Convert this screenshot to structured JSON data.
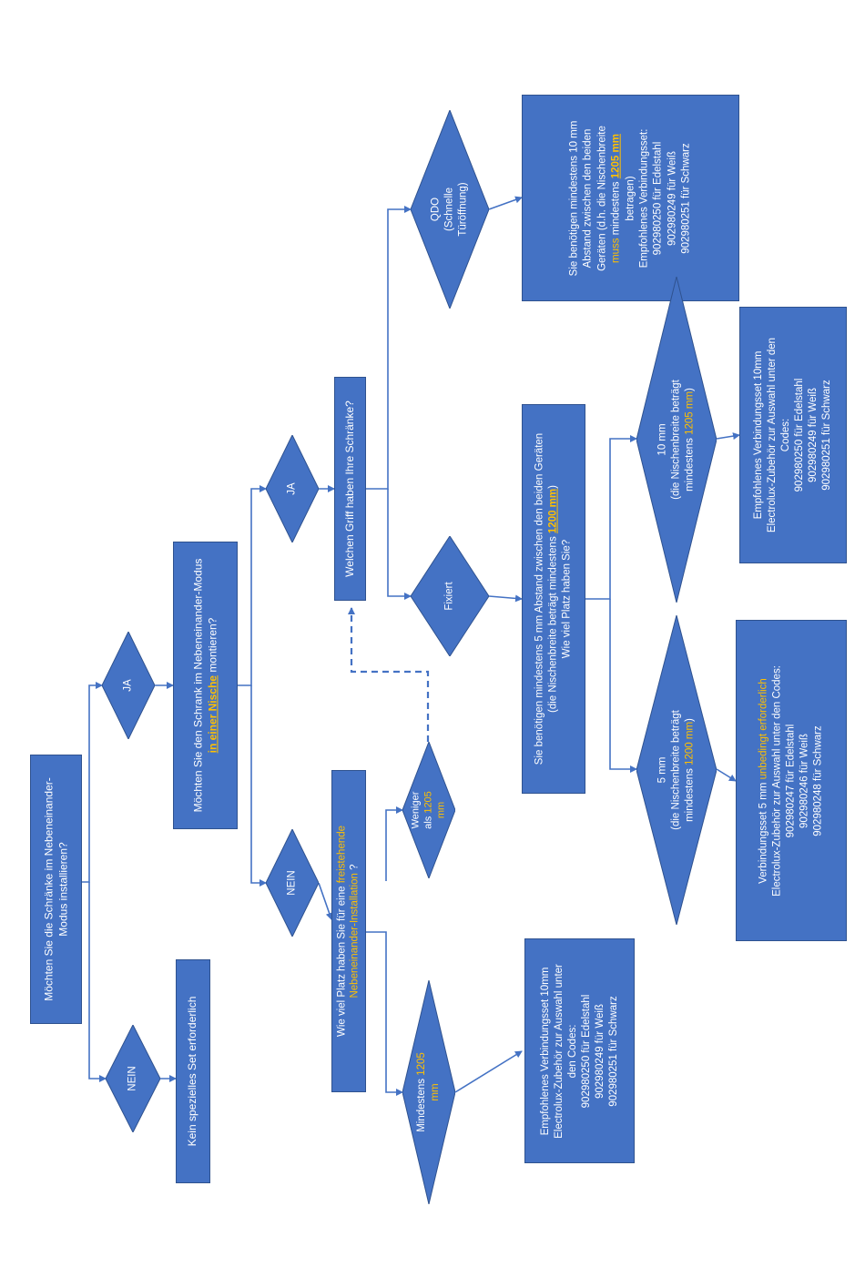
{
  "q_install": [
    "Möchten Sie die Schränke im Nebeneinander-",
    "Modus installieren?"
  ],
  "d_nein1": "NEIN",
  "r_kein_set": "Kein spezielles Set erforderlich",
  "d_ja1": "JA",
  "q_nische": {
    "line1": "Möchten Sie den Schrank im Nebeneinander-Modus",
    "line2_highlight": "in einer Nische",
    "line2_rest": " montieren?"
  },
  "d_ja2": "JA",
  "d_nein2": "NEIN",
  "q_griff": "Welchen Griff haben Ihre Schränke?",
  "d_qdo": [
    "QDO",
    "(Schnelle",
    "Türöffnung)"
  ],
  "d_fixiert": "Fixiert",
  "r_qdo": {
    "l1": "Sie benötigen mindestens 10 mm",
    "l2": "Abstand zwischen den beiden",
    "l3a": "Geräten (d.h. die Nischenbreite",
    "l3b": "1205 mm",
    "l4a": "muss",
    "l4b": " mindestens ",
    "l5": "betragen)",
    "l6": "Empfohlenes Verbindungsset:",
    "l7": "902980250 für Edelstahl",
    "l8": "902980249 für Weiß",
    "l9": "902980251 für Schwarz"
  },
  "q_fixiert": {
    "l1": "Sie benötigen mindestens 5 mm Abstand zwischen den beiden Geräten",
    "l2a": "(die Nischenbreite beträgt mindestens ",
    "l2b": "1200 mm",
    "l2c": ")",
    "l3": "Wie viel Platz haben Sie?"
  },
  "d_10mm": {
    "l1": "10 mm",
    "l2": "(die Nischenbreite beträgt",
    "l3a": "mindestens ",
    "l3b": "1205 mm",
    "l3c": ")"
  },
  "d_5mm": {
    "l1": "5 mm",
    "l2": "(die Nischenbreite beträgt",
    "l3a": "mindestens ",
    "l3b": "1200 mm",
    "l3c": ")"
  },
  "r_10mm": [
    "Empfohlenes Verbindungsset 10mm",
    "Electrolux-Zubehör zur Auswahl unter den",
    "Codes:",
    "902980250 für Edelstahl",
    "902980249 für Weiß",
    "902980251 für Schwarz"
  ],
  "r_5mm": {
    "l1a": "Verbindungsset 5 mm ",
    "l1b": "unbedingt erforderlich",
    "l2": "Electrolux-Zubehör zur Auswahl unter den Codes:",
    "l3": "902980247 für Edelstahl",
    "l4": "902980246 für Weiß",
    "l5": "902980248 für Schwarz"
  },
  "q_platz": {
    "l1a": "Wie viel Platz haben Sie für eine  ",
    "l1b": "freistehende",
    "l2a": "Nebeneinander-Installation",
    "l2b": " ?"
  },
  "d_weniger": {
    "l1": "Weniger",
    "l2a": "als  ",
    "l2b": "1205",
    "l3": "mm"
  },
  "d_mindestens": {
    "l1a": "Mindestens ",
    "l1b": "1205",
    "l2": "mm"
  },
  "r_mindestens": [
    "Empfohlenes Verbindungsset 10mm",
    "Electrolux-Zubehör zur Auswahl unter",
    "den Codes:",
    "902980250 für Edelstahl",
    "902980249 für Weiß",
    "902980251 für Schwarz"
  ],
  "colors": {
    "fill": "#4472c4",
    "border": "#2f528f",
    "highlight": "#ffc000",
    "connector": "#4472c4"
  }
}
